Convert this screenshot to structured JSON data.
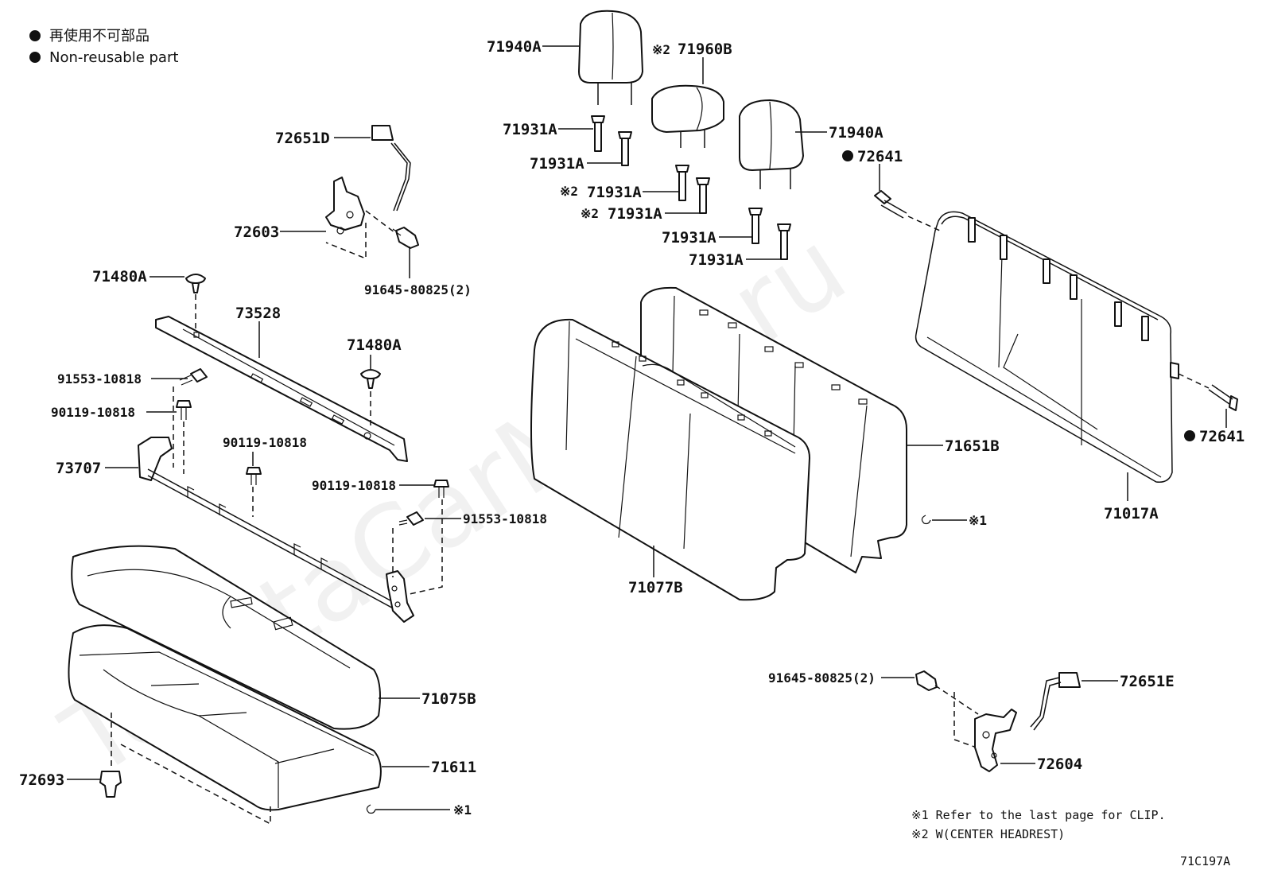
{
  "legend": {
    "jp": "再使用不可部品",
    "en": "Non-reusable part"
  },
  "watermark": "ToyotaCarMine.ru",
  "labels": {
    "p72651D": "72651D",
    "p72603": "72603",
    "p91645_top": "91645-80825(2)",
    "p71480A_left": "71480A",
    "p73528": "73528",
    "p71480A_mid": "71480A",
    "p91553_left": "91553-10818",
    "p90119_left": "90119-10818",
    "p90119_mid": "90119-10818",
    "p73707": "73707",
    "p90119_right": "90119-10818",
    "p91553_right": "91553-10818",
    "p71075B": "71075B",
    "p71611": "71611",
    "p72693": "72693",
    "p71940A_left": "71940A",
    "p71960B": "71960B",
    "p71960B_mark": "※2",
    "p71931A_1": "71931A",
    "p71931A_2": "71931A",
    "p71931A_3": "71931A",
    "p71931A_3_mark": "※2",
    "p71931A_4": "71931A",
    "p71931A_4_mark": "※2",
    "p71931A_5": "71931A",
    "p71931A_6": "71931A",
    "p71940A_right": "71940A",
    "p72641_top": "72641",
    "p72641_right": "72641",
    "p71651B": "71651B",
    "p71017A": "71017A",
    "p71077B": "71077B",
    "p91645_bottom": "91645-80825(2)",
    "p72651E": "72651E",
    "p72604": "72604",
    "ref1_right": "※1",
    "ref1_bottom": "※1"
  },
  "notes": {
    "n1": "※1 Refer to the last page for CLIP.",
    "n2": "※2 W(CENTER  HEADREST)"
  },
  "diagram_code": "71C197A"
}
